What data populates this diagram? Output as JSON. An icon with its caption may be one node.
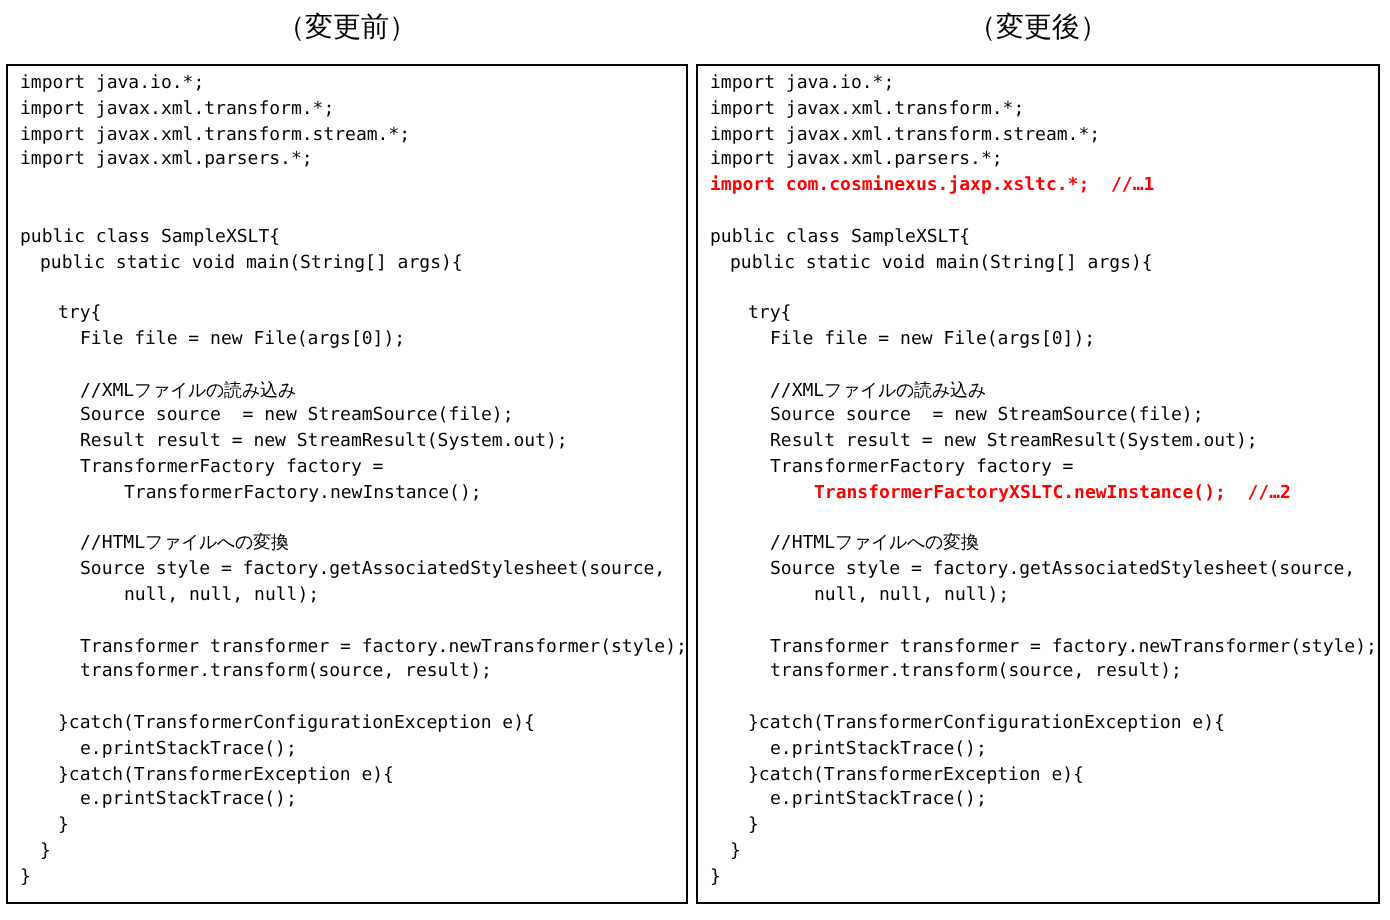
{
  "diagram": {
    "nodes": [
      {
        "text": [
          "（変更前）",
          "import java.io.*;",
          "import javax.xml.transform.*;",
          "import javax.xml.transform.stream.*;",
          "import javax.xml.parsers.*;",
          "public class SampleXSLT{",
          "public static void main(String[] args){",
          "try{",
          "File file = new File(args[0]);",
          "//XMLファイルの読み込み",
          "Source source  = new StreamSource(file);",
          "Result result = new StreamResult(System.out);",
          "TransformerFactory factory =",
          "TransformerFactory.newInstance();",
          "//HTMLファイルへの変換",
          "Source style = factory.getAssociatedStylesheet(source,",
          "null, null, null);",
          "Transformer transformer = factory.newTransformer(style);",
          "transformer.transform(source, result);",
          "}catch(TransformerConfigurationException e){",
          "e.printStackTrace();",
          "}catch(TransformerException e){",
          "e.printStackTrace();",
          "}",
          "}",
          "}"
        ]
      },
      {
        "text": [
          "（変更後）",
          "import java.io.*;",
          "import javax.xml.transform.*;",
          "import javax.xml.transform.stream.*;",
          "import javax.xml.parsers.*;",
          "import com.cosminexus.jaxp.xsltc.*;  //…1",
          "public class SampleXSLT{",
          "public static void main(String[] args){",
          "try{",
          "File file = new File(args[0]);",
          "//XMLファイルの読み込み",
          "Source source  = new StreamSource(file);",
          "Result result = new StreamResult(System.out);",
          "TransformerFactory factory =",
          "TransformerFactoryXSLTC.newInstance();  //…2",
          "//HTMLファイルへの変換",
          "Source style = factory.getAssociatedStylesheet(source,",
          "null, null, null);",
          "Transformer transformer = factory.newTransformer(style);",
          "transformer.transform(source, result);",
          "}catch(TransformerConfigurationException e){",
          "e.printStackTrace();",
          "}catch(TransformerException e){",
          "e.printStackTrace();",
          "}",
          "}",
          "}"
        ]
      }
    ]
  }
}
